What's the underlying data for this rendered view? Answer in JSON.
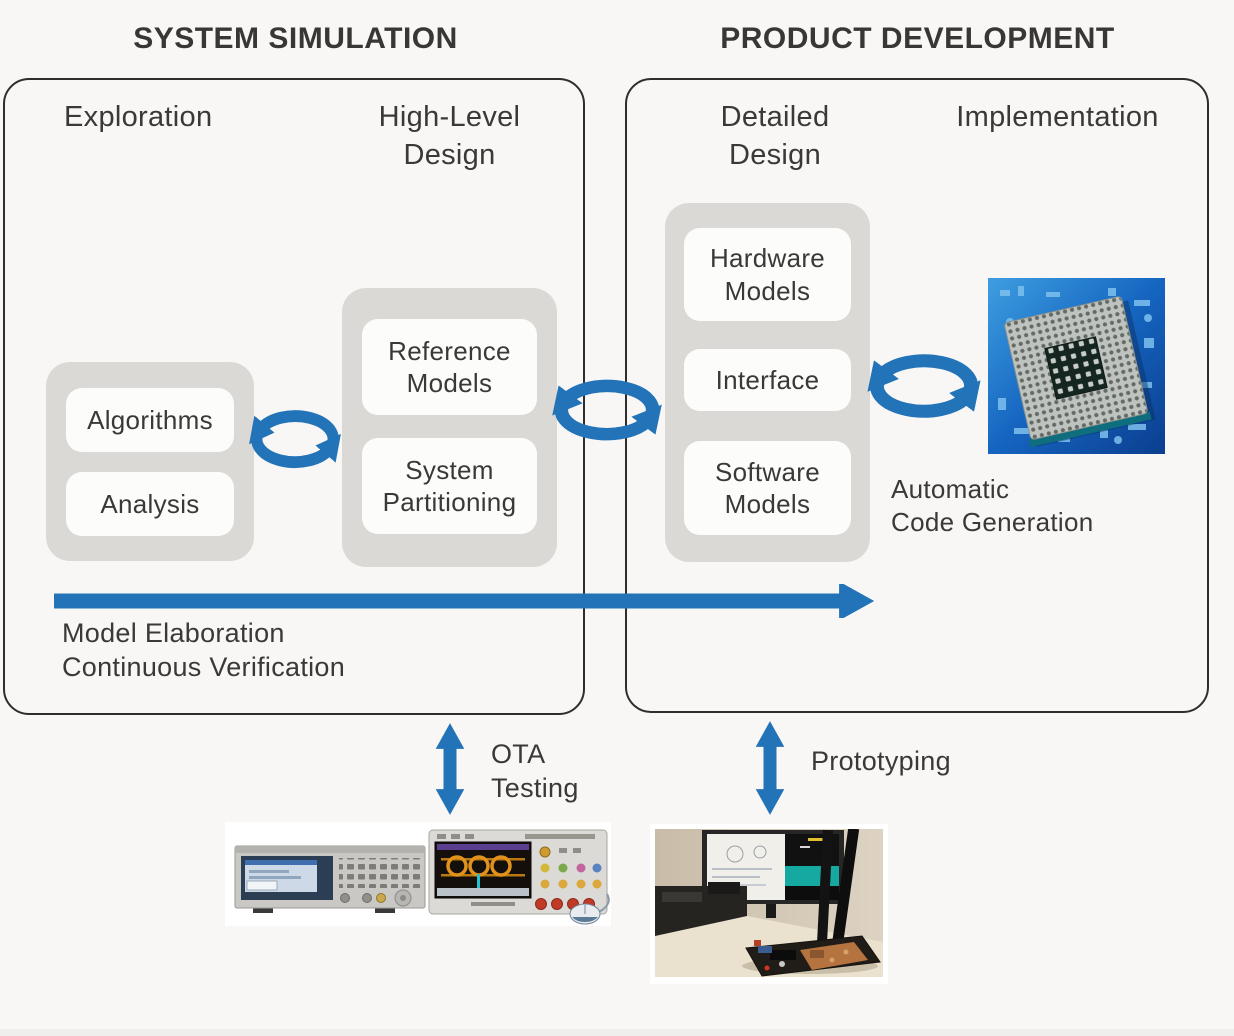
{
  "palette": {
    "accent_blue": "#2273b8",
    "panel_border": "#2e2e2e",
    "group_gray": "#dbd9d5",
    "card_white": "#fcfcfb",
    "text_dark": "#3a3938",
    "background": "#f8f7f5"
  },
  "headers": {
    "simulation": "SYSTEM SIMULATION",
    "development": "PRODUCT DEVELOPMENT"
  },
  "simulation_panel": {
    "phase_labels": {
      "exploration": "Exploration",
      "high_level_design": "High-Level\nDesign"
    },
    "exploration_items": [
      {
        "label": "Algorithms"
      },
      {
        "label": "Analysis"
      }
    ],
    "high_level_items": [
      {
        "label": "Reference\nModels"
      },
      {
        "label": "System\nPartitioning"
      }
    ],
    "timeline_caption": "Model Elaboration\nContinuous Verification"
  },
  "development_panel": {
    "phase_labels": {
      "detailed_design": "Detailed\nDesign",
      "implementation": "Implementation"
    },
    "detailed_items": [
      {
        "label": "Hardware\nModels"
      },
      {
        "label": "Interface"
      },
      {
        "label": "Software\nModels"
      }
    ],
    "codegen_caption": "Automatic\nCode Generation"
  },
  "bottom_links": {
    "ota_label": "OTA\nTesting",
    "prototyping_label": "Prototyping"
  },
  "icons": {
    "sync_arrows": "circular exchange arrows",
    "timeline_arrow": "long right arrow",
    "double_arrow": "vertical double-headed arrow"
  }
}
